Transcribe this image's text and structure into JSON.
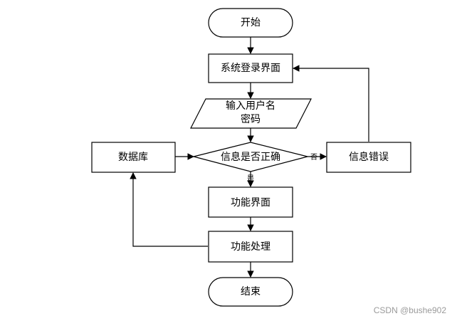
{
  "flowchart": {
    "start": "开始",
    "login_screen": "系统登录界面",
    "input_line1": "输入用户名",
    "input_line2": "密码",
    "decision": "信息是否正确",
    "database": "数据库",
    "error": "信息错误",
    "function_screen": "功能界面",
    "function_process": "功能处理",
    "end": "结束",
    "yes_label": "是",
    "no_label": "否"
  },
  "watermark": "CSDN @bushe902"
}
